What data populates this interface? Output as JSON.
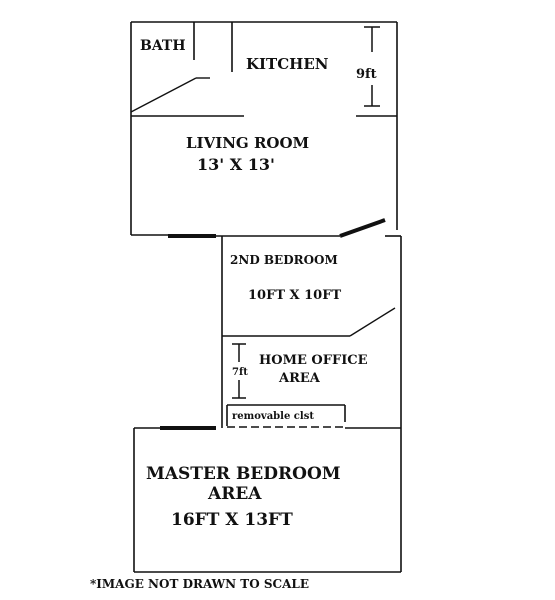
{
  "rooms": {
    "bath": "BATH",
    "kitchen": "KITCHEN",
    "living_room": "LIVING ROOM",
    "living_dims": "13' X 13'",
    "second_bedroom": "2ND BEDROOM",
    "second_bedroom_dims": "10FT X 10FT",
    "home_office_line1": "HOME OFFICE",
    "home_office_line2": "AREA",
    "closet": "removable clst",
    "master_line1": "MASTER BEDROOM",
    "master_line2": "AREA",
    "master_dims": "16FT X 13FT"
  },
  "dimensions": {
    "kitchen_height": "9ft",
    "office_height": "7ft"
  },
  "note": "*IMAGE NOT DRAWN TO SCALE"
}
